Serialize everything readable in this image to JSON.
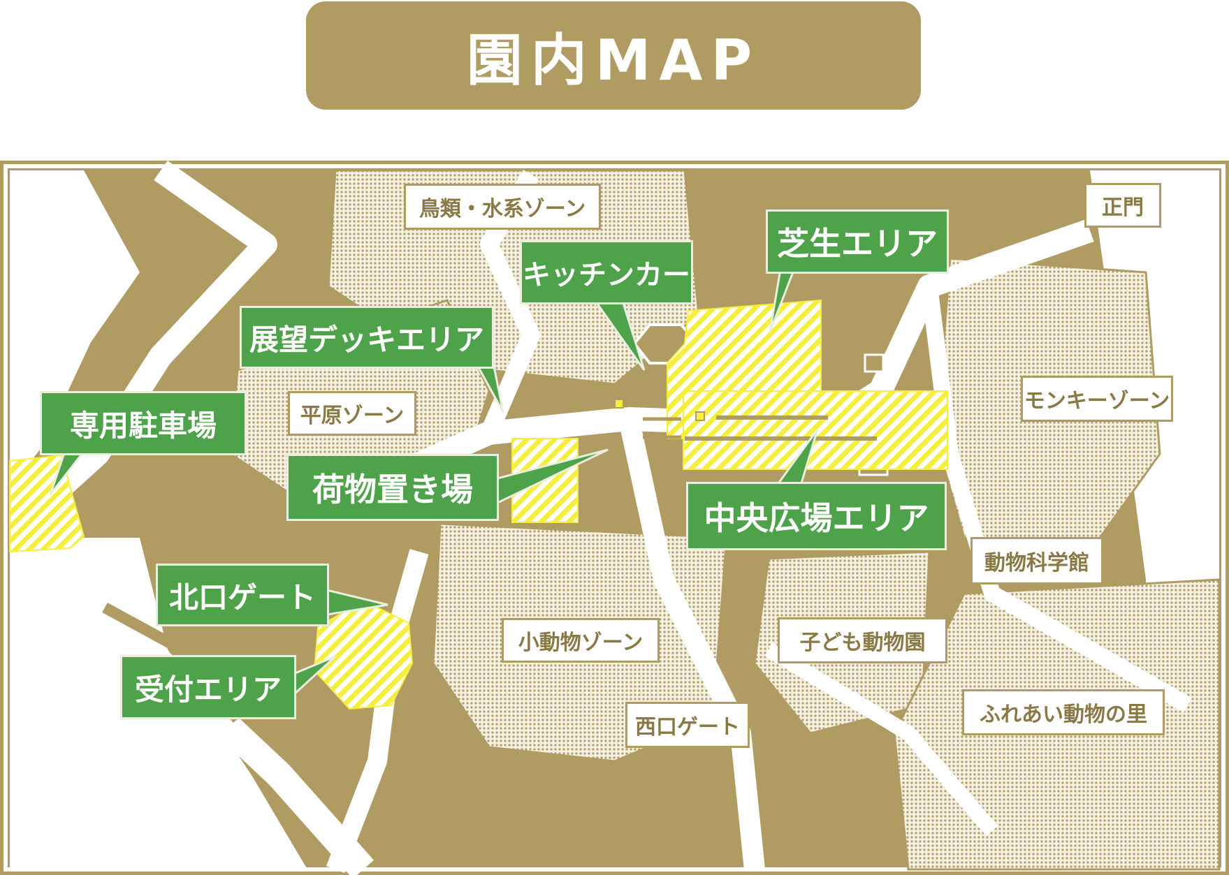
{
  "title": "園内MAP",
  "colors": {
    "frame": "#b09c62",
    "land_light": "#dcd2b4",
    "path": "#ffffff",
    "highlight_yellow": "#f6ee3c",
    "callout_green": "#4ea24a"
  },
  "zone_labels": {
    "bird_zone": "鳥類・水系ゾーン",
    "plains_zone": "平原ゾーン",
    "main_gate": "正門",
    "monkey_zone": "モンキーゾーン",
    "science_hall": "動物科学館",
    "small_animal_zone": "小動物ゾーン",
    "kids_zoo": "子ども動物園",
    "west_gate": "西口ゲート",
    "petting_village": "ふれあい動物の里"
  },
  "callouts": {
    "lawn_area": "芝生エリア",
    "kitchen_car": "キッチンカー",
    "deck_area": "展望デッキエリア",
    "parking": "専用駐車場",
    "luggage": "荷物置き場",
    "plaza_area": "中央広場エリア",
    "north_gate": "北口ゲート",
    "reception": "受付エリア"
  },
  "icons": {
    "callout_pointer": "speech-pointer-icon",
    "highlight_area": "hatched-area-icon"
  }
}
